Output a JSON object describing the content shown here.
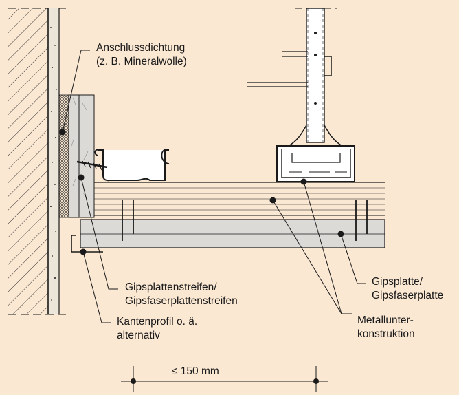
{
  "colors": {
    "background": "#fbe8d3",
    "line": "#1a1a1a",
    "board_fill": "#dcdad6",
    "plaster_fill": "#ece6da",
    "profile_fill": "#ffffff"
  },
  "labels": {
    "seal_line1": "Anschlussdichtung",
    "seal_line2": "(z. B. Mineralwolle)",
    "strip_line1": "Gipsplattenstreifen/",
    "strip_line2": "Gipsfaserplattenstreifen",
    "edge_line1": "Kantenprofil o. ä.",
    "edge_line2": "alternativ",
    "board_line1": "Gipsplatte/",
    "board_line2": "Gipsfaserplatte",
    "metal_line1": "Metallunter-",
    "metal_line2": "konstruktion"
  },
  "dimension": {
    "text": "≤ 150 mm"
  }
}
